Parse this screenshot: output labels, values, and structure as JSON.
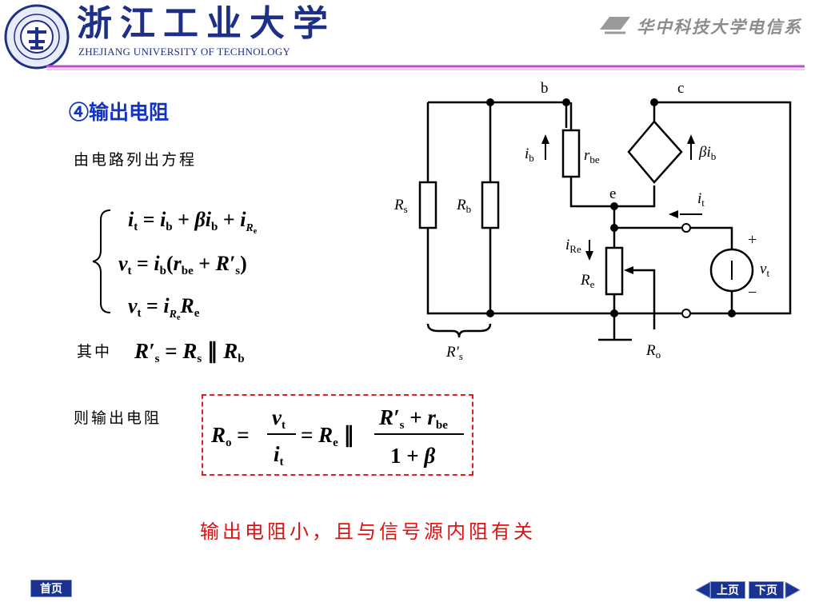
{
  "header": {
    "university_cn": "浙江工业大学",
    "university_en": "ZHEJIANG UNIVERSITY OF TECHNOLOGY",
    "hust_label": "华中科技大学电信系"
  },
  "section_title": "④输出电阻",
  "intro_text": "由电路列出方程",
  "where_label": "其中",
  "result_label": "则输出电阻",
  "conclusion": "输出电阻小，且与信号源内阻有关",
  "nav": {
    "home": "首页",
    "prev": "上页",
    "next": "下页"
  },
  "colors": {
    "title_blue": "#1433c0",
    "red": "#e01010",
    "nav_blue": "#1a3390",
    "header_blue": "#1d2f86"
  },
  "circuit": {
    "node_b": "b",
    "node_c": "c",
    "node_e": "e",
    "Rs": "R",
    "Rs_sub": "s",
    "Rb": "R",
    "Rb_sub": "b",
    "rbe": "r",
    "rbe_sub": "be",
    "ib": "i",
    "ib_sub": "b",
    "beta_ib": "βi",
    "beta_ib_sub": "b",
    "it": "i",
    "it_sub": "t",
    "iRe": "i",
    "iRe_sub": "Re",
    "Re": "R",
    "Re_sub": "e",
    "vt": "v",
    "vt_sub": "t",
    "plus": "+",
    "minus": "−",
    "Rs_prime": "R′",
    "Rs_prime_sub": "s",
    "Ro": "R",
    "Ro_sub": "o"
  }
}
